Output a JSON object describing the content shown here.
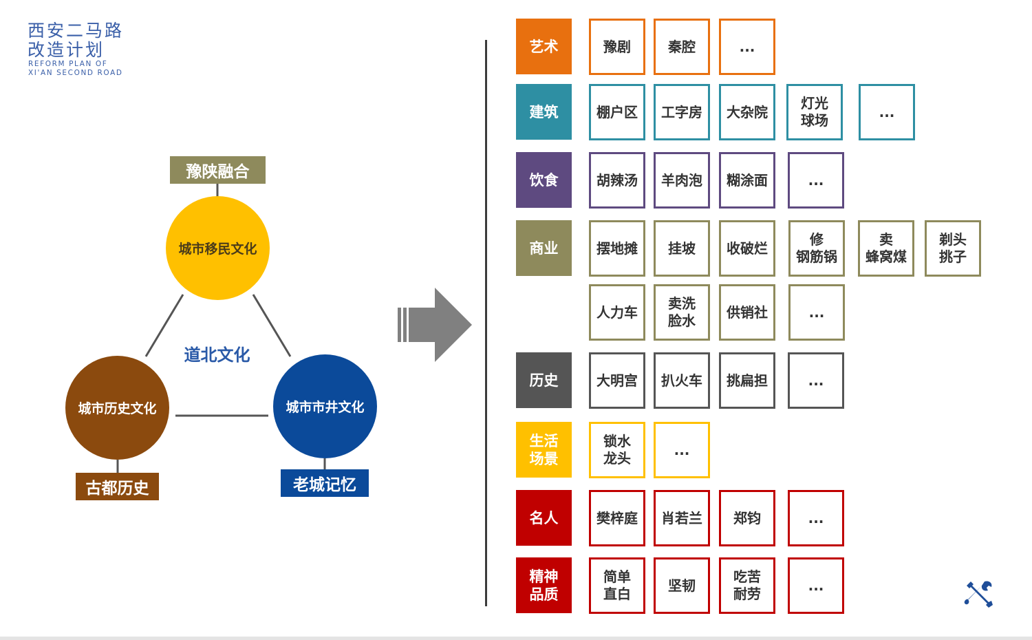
{
  "logo": {
    "cn_line1": "西安二马路",
    "cn_line2": "改造计划",
    "en_line1": "REFORM PLAN OF",
    "en_line2": "XI'AN SECOND ROAD"
  },
  "diagram": {
    "center_label": "道北文化",
    "nodes": [
      {
        "label": "城市移民文化",
        "tag": "豫陕融合",
        "color": "#ffc000",
        "text_color": "#4a3b1a",
        "tag_color": "#8e8a5c"
      },
      {
        "label": "城市历史文化",
        "tag": "古都历史",
        "color": "#8b4a0e",
        "text_color": "#ffffff",
        "tag_color": "#8b4a0e"
      },
      {
        "label": "城市市井文化",
        "tag": "老城记忆",
        "color": "#0b4a9a",
        "text_color": "#ffffff",
        "tag_color": "#0b4a9a"
      }
    ],
    "arrow_color": "#808080"
  },
  "categories": [
    {
      "name": "艺术",
      "color": "#e8700f",
      "items": [
        "豫剧",
        "秦腔",
        "..."
      ]
    },
    {
      "name": "建筑",
      "color": "#2e8fa3",
      "items": [
        "棚户区",
        "工字房",
        "大杂院",
        "灯光\n球场",
        "..."
      ]
    },
    {
      "name": "饮食",
      "color": "#5e4a80",
      "items": [
        "胡辣汤",
        "羊肉泡",
        "糊涂面",
        "..."
      ]
    },
    {
      "name": "商业",
      "color": "#8e8a5c",
      "items": [
        "摆地摊",
        "挂坡",
        "收破烂",
        "修\n钢筋锅",
        "卖\n蜂窝煤",
        "剃头\n挑子",
        "人力车",
        "卖洗\n脸水",
        "供销社",
        "..."
      ]
    },
    {
      "name": "历史",
      "color": "#555555",
      "items": [
        "大明宫",
        "扒火车",
        "挑扁担",
        "..."
      ]
    },
    {
      "name": "生活\n场景",
      "color": "#ffc000",
      "items": [
        "锁水\n龙头",
        "..."
      ]
    },
    {
      "name": "名人",
      "color": "#c00000",
      "items": [
        "樊梓庭",
        "肖若兰",
        "郑钧",
        "..."
      ]
    },
    {
      "name": "精神\n品质",
      "color": "#c00000",
      "items": [
        "简单\n直白",
        "坚韧",
        "吃苦\n耐劳",
        "..."
      ]
    }
  ],
  "tools_icon": {
    "name": "tools-icon",
    "color": "#1f4e99"
  }
}
